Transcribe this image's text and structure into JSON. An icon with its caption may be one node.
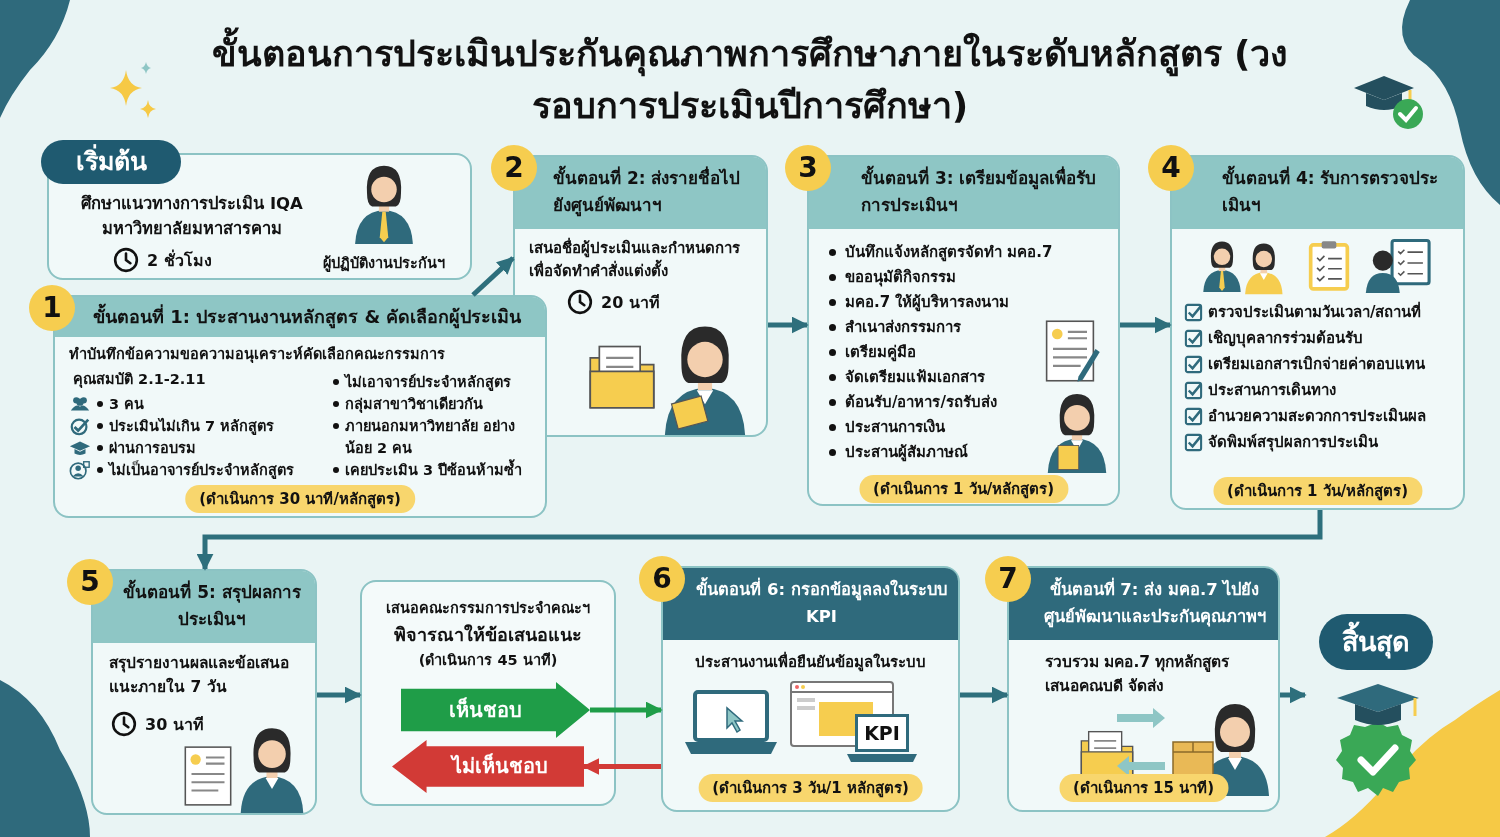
{
  "diagram": {
    "title": "ขั้นตอนการประเมินประกันคุณภาพการศึกษาภายในระดับหลักสูตร (วงรอบการประเมินปีการศึกษา)",
    "nodes": [
      {
        "text": [
          "เริ่มต้น",
          "ศึกษาแนวทางการประเมิน IQA มหาวิทยาลัยมหาสารคาม",
          "2 ชั่วโมง",
          "ผู้ปฏิบัติงานประกันฯ"
        ]
      },
      {
        "text": [
          "1",
          "ขั้นตอนที่ 1: ประสานงานหลักสูตร & คัดเลือกผู้ประเมิน",
          "ทำบันทึกข้อความขอความอนุเคราะห์คัดเลือกคณะกรรมการ",
          "คุณสมบัติ 2.1-2.11",
          "3 คน",
          "ประเมินไม่เกิน 7 หลักสูตร",
          "ผ่านการอบรม",
          "ไม่เป็นอาจารย์ประจำหลักสูตร",
          "ไม่เอาจารย์ประจำหลักสูตร",
          "กลุ่มสาขาวิชาเดียวกัน",
          "ภายนอกมหาวิทยาลัย อย่างน้อย 2 คน",
          "เคยประเมิน 3 ปีซ้อนห้ามซ้ำ",
          "(ดำเนินการ 30 นาที/หลักสูตร)"
        ]
      },
      {
        "text": [
          "2",
          "ขั้นตอนที่ 2: ส่งรายชื่อไปยังศูนย์พัฒนาฯ",
          "เสนอชื่อผู้ประเมินและกำหนดการเพื่อจัดทำคำสั่งแต่งตั้ง",
          "20 นาที"
        ]
      },
      {
        "text": [
          "3",
          "ขั้นตอนที่ 3: เตรียมข้อมูลเพื่อรับการประเมินฯ",
          "บันทึกแจ้งหลักสูตรจัดทำ มคอ.7",
          "ขออนุมัติกิจกรรม",
          "มคอ.7 ให้ผู้บริหารลงนาม",
          "สำเนาส่งกรรมการ",
          "เตรียมคู่มือ",
          "จัดเตรียมแฟ้มเอกสาร",
          "ต้อนรับ/อาหาร/รถรับส่ง",
          "ประสานการเงิน",
          "ประสานผู้สัมภาษณ์",
          "(ดำเนินการ 1 วัน/หลักสูตร)"
        ]
      },
      {
        "text": [
          "4",
          "ขั้นตอนที่ 4: รับการตรวจประเมินฯ",
          "ตรวจประเมินตามวันเวลา/สถานที่",
          "เชิญบุคลากรร่วมต้อนรับ",
          "เตรียมเอกสารเบิกจ่ายค่าตอบแทน",
          "ประสานการเดินทาง",
          "อำนวยความสะดวกการประเมินผล",
          "จัดพิมพ์สรุปผลการประเมิน",
          "(ดำเนินการ 1 วัน/หลักสูตร)"
        ]
      },
      {
        "text": [
          "5",
          "ขั้นตอนที่ 5: สรุปผลการประเมินฯ",
          "สรุปรายงานผลและข้อเสนอแนะภายใน 7 วัน",
          "30 นาที"
        ]
      },
      {
        "text": [
          "เสนอคณะกรรมการประจำคณะฯ",
          "พิจารณาให้ข้อเสนอแนะ",
          "(ดำเนินการ 45 นาที)"
        ]
      },
      {
        "text": [
          "เห็นชอบ"
        ],
        "in": 6
      },
      {
        "text": [
          "ไม่เห็นชอบ"
        ],
        "in": 6
      },
      {
        "text": [
          "6",
          "ขั้นตอนที่ 6: กรอกข้อมูลลงในระบบ KPI",
          "ประสานงานเพื่อยืนยันข้อมูลในระบบ",
          "KPI",
          "(ดำเนินการ 3 วัน/1 หลักสูตร)"
        ]
      },
      {
        "text": [
          "7",
          "ขั้นตอนที่ 7: ส่ง มคอ.7 ไปยังศูนย์พัฒนาและประกันคุณภาพฯ",
          "รวบรวม มคอ.7 ทุกหลักสูตร เสนอคณบดี จัดส่ง",
          "(ดำเนินการ 15 นาที)"
        ]
      },
      {
        "text": [
          "สิ้นสุด"
        ]
      }
    ],
    "edges": [
      {
        "from": 1,
        "to": 2,
        "arrow": "to"
      },
      {
        "from": 2,
        "to": 3,
        "arrow": "to"
      },
      {
        "from": 3,
        "to": 4,
        "arrow": "to"
      },
      {
        "from": 4,
        "to": 5,
        "arrow": "to"
      },
      {
        "from": 5,
        "to": 6,
        "arrow": "to"
      },
      {
        "from": 7,
        "to": 9,
        "arrow": "to",
        "color": "#1f9d48"
      },
      {
        "from": 9,
        "to": 8,
        "arrow": "to",
        "color": "#d23a36"
      },
      {
        "from": 9,
        "to": 10,
        "arrow": "to"
      },
      {
        "from": 10,
        "to": 11,
        "arrow": "to"
      }
    ]
  }
}
